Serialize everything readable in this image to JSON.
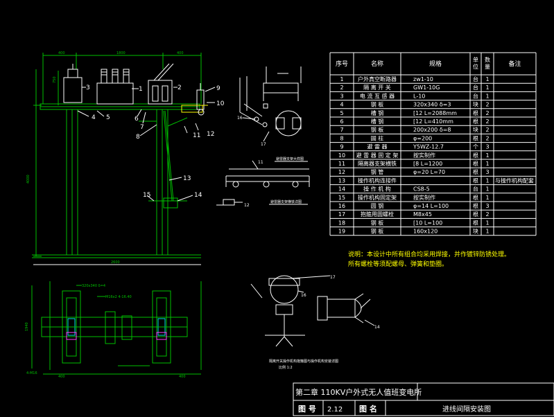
{
  "table": {
    "headers": [
      "序号",
      "名称",
      "规格",
      "单位",
      "数量",
      "备注"
    ],
    "rows": [
      [
        "1",
        "户外真空断路器",
        "zw1-10",
        "台",
        "1",
        ""
      ],
      [
        "2",
        "隔 离 开 关",
        "GW1-10G",
        "台",
        "1",
        ""
      ],
      [
        "3",
        "电 流 互 感 器",
        "L-10",
        "台",
        "1",
        ""
      ],
      [
        "4",
        "钢        板",
        "320x340    δ=3",
        "块",
        "2",
        ""
      ],
      [
        "5",
        "槽        钢",
        "[12  L=2088mm",
        "根",
        "2",
        ""
      ],
      [
        "6",
        "槽        钢",
        "[12  L=410mm",
        "根",
        "2",
        ""
      ],
      [
        "7",
        "钢        板",
        "200x200    δ=8",
        "块",
        "2",
        ""
      ],
      [
        "8",
        "圆        柱",
        "φ=200",
        "根",
        "2",
        ""
      ],
      [
        "9",
        "避  雷  器",
        "Y5WZ-12.7",
        "个",
        "3",
        ""
      ],
      [
        "10",
        "避 雷 器 固 定 架",
        "按实制作",
        "根",
        "1",
        ""
      ],
      [
        "11",
        "隔离器支架横铁",
        "[8    L=1200",
        "根",
        "1",
        ""
      ],
      [
        "12",
        "钢        管",
        "φ=20  L=70",
        "根",
        "3",
        ""
      ],
      [
        "13",
        "操作机构连接件",
        "",
        "根",
        "1",
        "与操作机构配套"
      ],
      [
        "14",
        "操 作 机 构",
        "CS8-5",
        "台",
        "1",
        ""
      ],
      [
        "15",
        "操作机构固定架",
        "按实制作",
        "根",
        "1",
        ""
      ],
      [
        "16",
        "圆        钢",
        "φ=14  L=100",
        "根",
        "3",
        ""
      ],
      [
        "17",
        "抱箍用圆螺栓",
        "M8x45",
        "根",
        "2",
        ""
      ],
      [
        "18",
        "钢        板",
        "[10    L=100",
        "根",
        "1",
        ""
      ],
      [
        "19",
        "钢        板",
        "160x120",
        "块",
        "1",
        ""
      ]
    ]
  },
  "notes": {
    "line1": "说明：本设计中所有组合均采用焊接，并作镀锌防锈处理。",
    "line2": "所有螺栓等须配螺母、弹簧和垫圈。"
  },
  "title_block": {
    "chapter": "第二章  110KV户外式无人值班变电所",
    "figno_label": "图  号",
    "figno": "2.12",
    "name_label": "图  名",
    "name": "进线间隔安装图"
  },
  "detail_labels": {
    "bracket_title": "避雷器支架",
    "bracket_sub": "避雷器支架大样图",
    "rail_title": "避雷器支架横铁详图",
    "bottom_caption": "隔离开关操作机构抱箍图与操作机构安装详图",
    "bottom_scale": "比例    1:2"
  },
  "dims": {
    "top_left": "400",
    "top_mid": "1800",
    "top_right": "400",
    "side_left": "750",
    "side_mid": "4000",
    "plan_h": "1940",
    "plan_left": "400",
    "plan_right": "400",
    "plan_note1": "320x340 δ=4",
    "plan_note2": "M16x2 4-16.40",
    "plan_bolt": "4-M16",
    "bottom_total": "2600"
  },
  "callouts": [
    "1",
    "2",
    "3",
    "4",
    "5",
    "6",
    "7",
    "8",
    "9",
    "10",
    "11",
    "12",
    "13",
    "14",
    "15",
    "16",
    "17"
  ],
  "colors": {
    "background": "#000000",
    "table_lines": "#ffffff",
    "linework": "#00c000",
    "notes": "#ffff00"
  }
}
